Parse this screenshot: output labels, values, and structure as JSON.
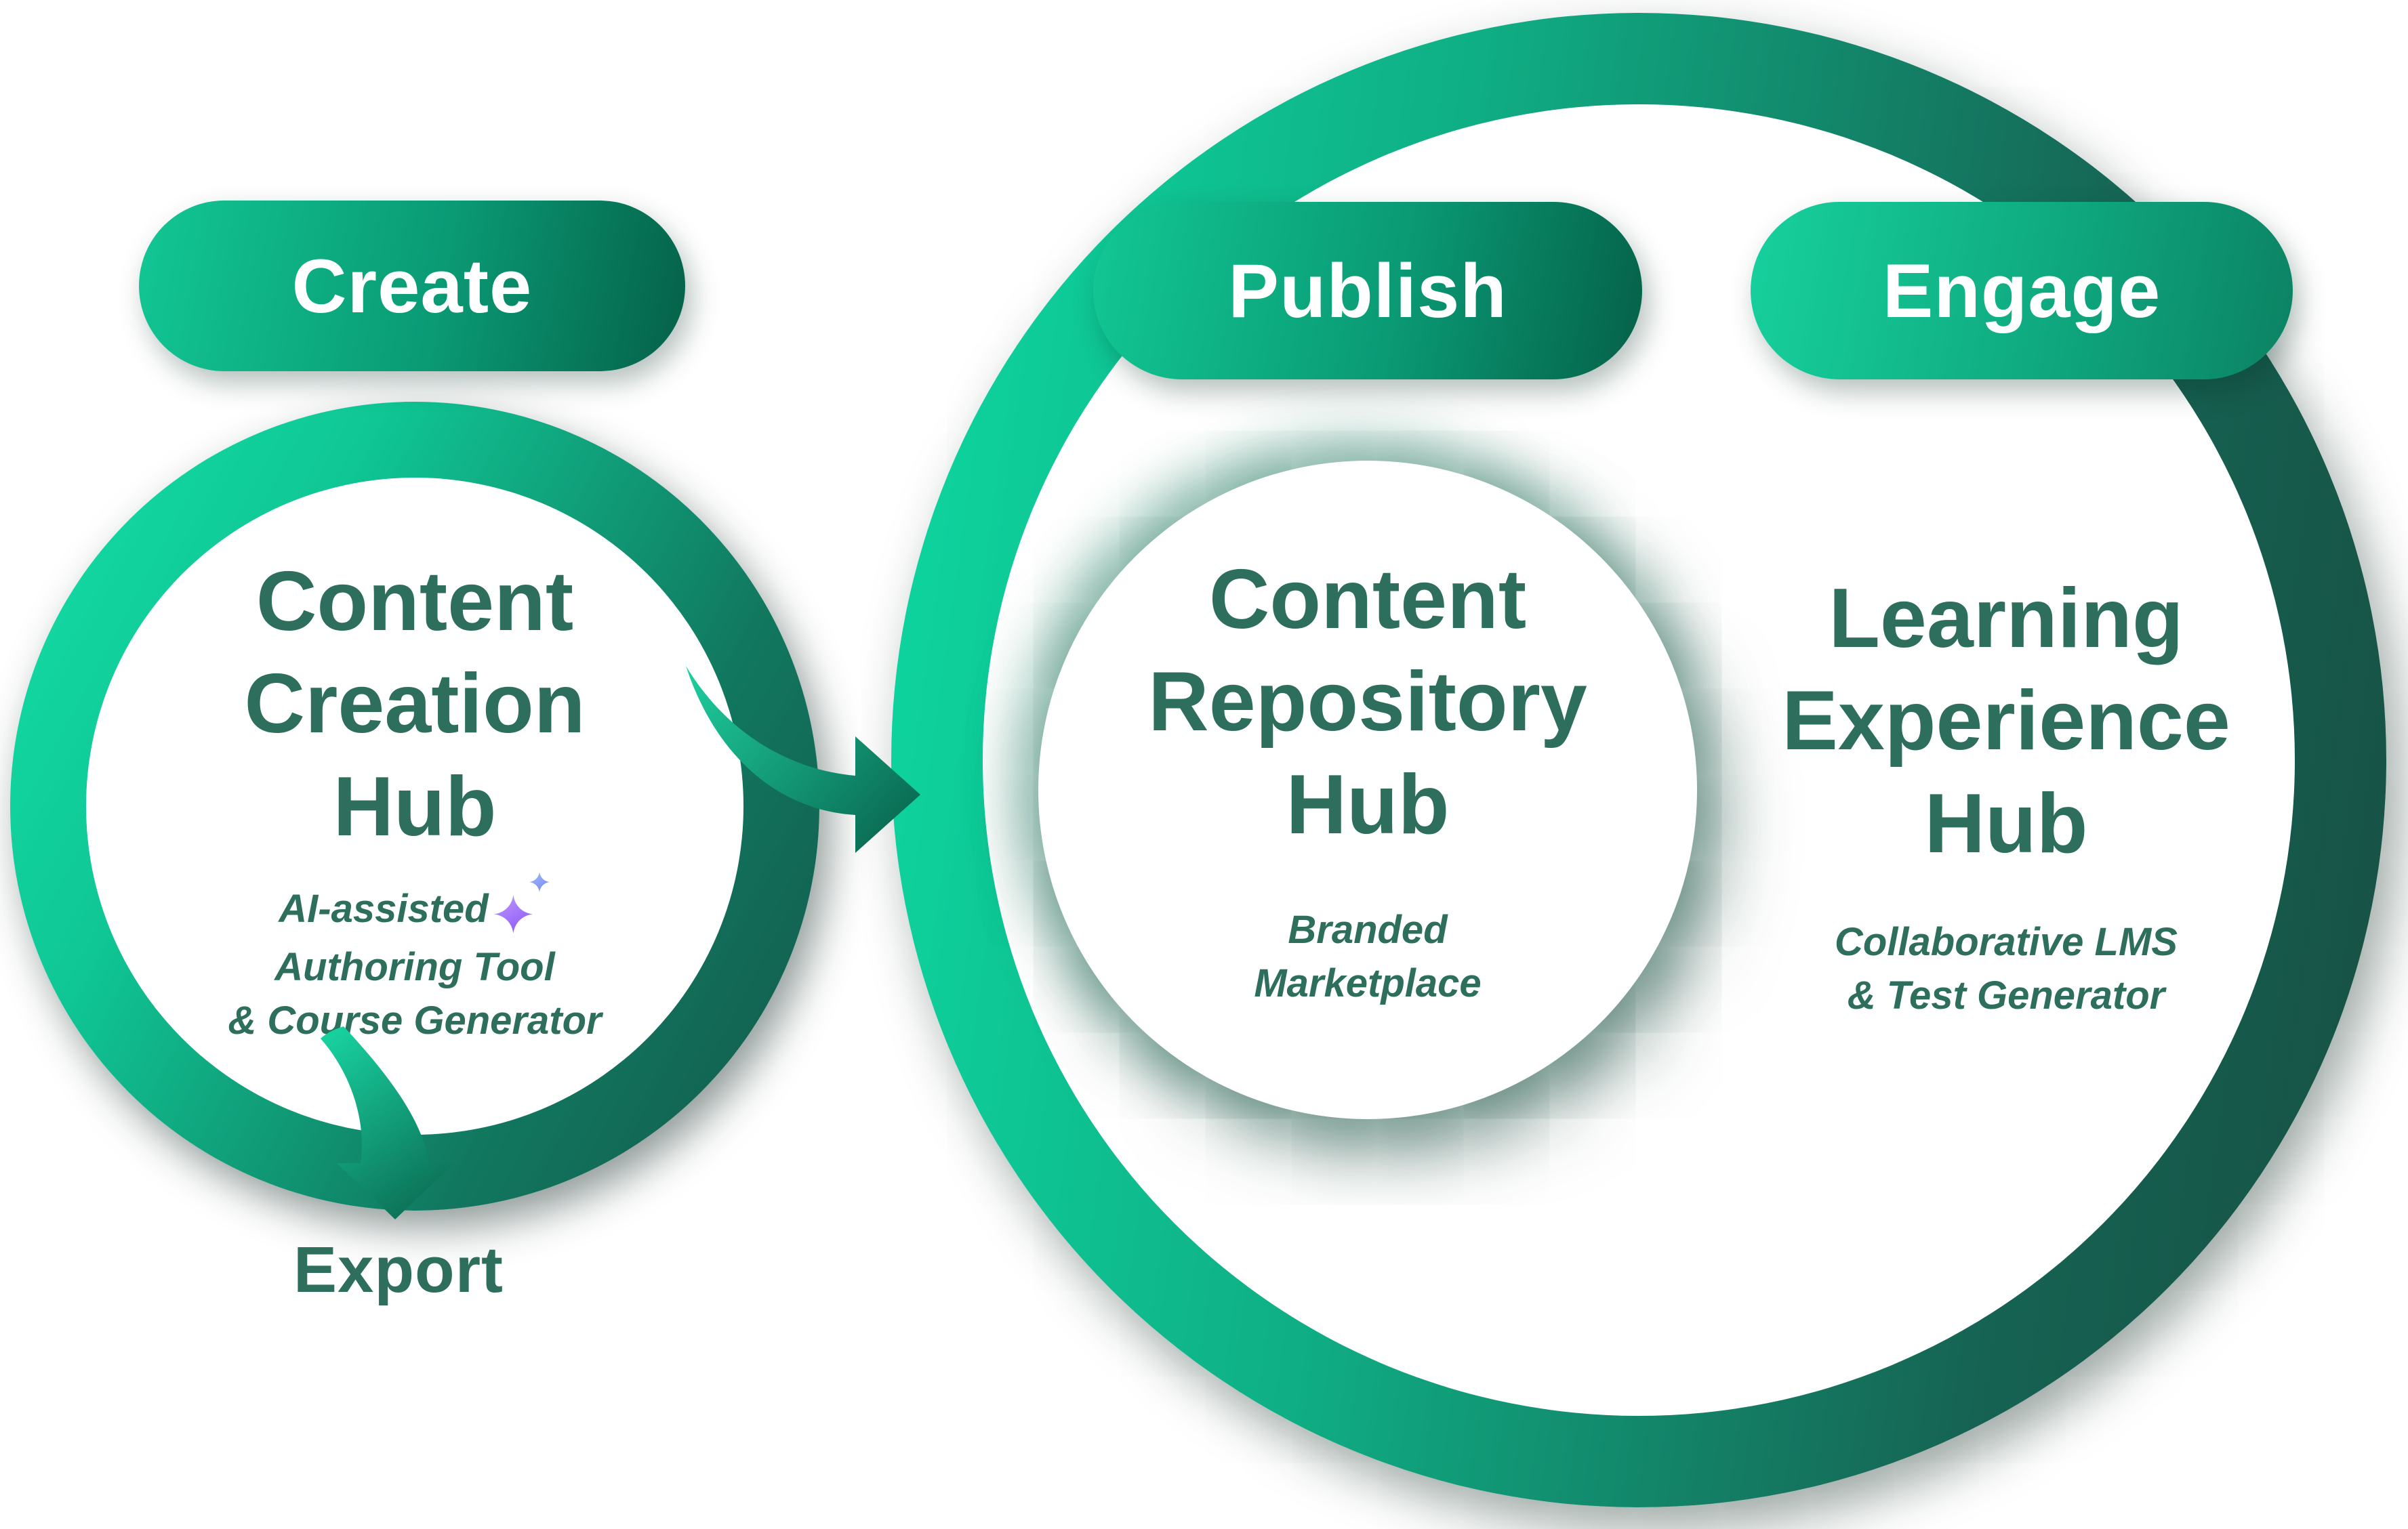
{
  "background": "#ffffff",
  "palette": {
    "emerald_bright": "#0edaa2",
    "emerald_mid": "#0fae84",
    "green_dark": "#14574a",
    "ring_dark": "#174f43",
    "pill_gradient_light": "#12c794",
    "pill_gradient_dark": "#056149",
    "engage_gradient_light": "#17d19d",
    "engage_gradient_dark": "#0b8263",
    "title_green": "#2d6e5c",
    "sparkle_purple_light": "#c29bff",
    "sparkle_purple": "#8e5ef6",
    "sparkle_blue_light": "#9db9fa",
    "sparkle_blue": "#7e8ff5",
    "white": "#ffffff"
  },
  "stages": {
    "create": {
      "label": "Create"
    },
    "publish": {
      "label": "Publish"
    },
    "engage": {
      "label": "Engage"
    }
  },
  "hubs": {
    "creation": {
      "title_lines": [
        "Content",
        "Creation",
        "Hub"
      ],
      "subtitle_lines": [
        "AI-assisted",
        "Authoring Tool",
        "& Course Generator"
      ]
    },
    "repository": {
      "title_lines": [
        "Content",
        "Repository",
        "Hub"
      ],
      "subtitle_lines": [
        "Branded",
        "Marketplace"
      ]
    },
    "experience": {
      "title_lines": [
        "Learning",
        "Experience",
        "Hub"
      ],
      "subtitle_lines": [
        "Collaborative LMS",
        "& Test Generator"
      ]
    }
  },
  "export_label": "Export",
  "icons": {
    "ai_sparkle": "sparkle-icon",
    "flow_arrow": "arrow-right-icon",
    "export_arrow": "arrow-down-icon"
  }
}
